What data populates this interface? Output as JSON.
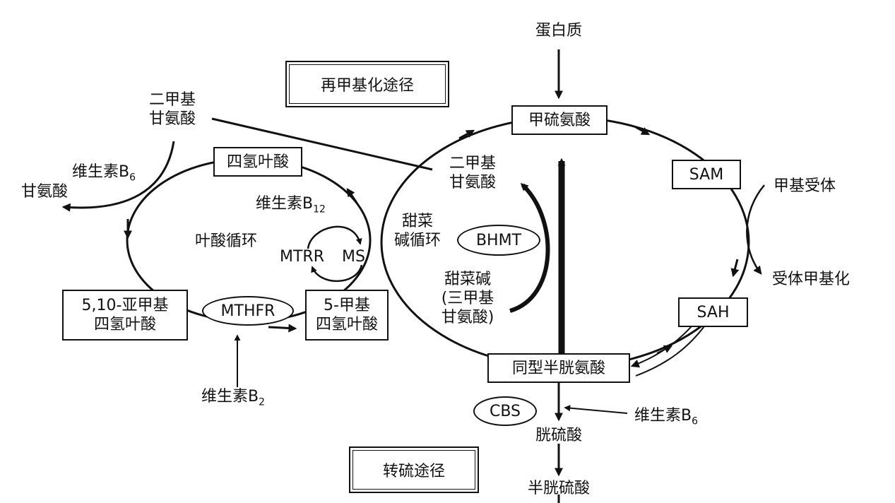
{
  "nodes": {
    "protein": "蛋白质",
    "methionine": "甲硫氨酸",
    "sam": "SAM",
    "sah": "SAH",
    "homocysteine": "同型半胱氨酸",
    "cystathionine": "胱硫酸",
    "cysteine": "半胱硫酸",
    "methyl_acceptor": "甲基受体",
    "acceptor_methylated": "受体甲基化",
    "dimethylglycine_left": [
      "二甲基",
      "甘氨酸"
    ],
    "dimethylglycine_right": [
      "二甲基",
      "甘氨酸"
    ],
    "glycine": "甘氨酸",
    "thf": "四氢叶酸",
    "mthf_510": [
      "5,10-亚甲基",
      "四氢叶酸"
    ],
    "mthf_5": [
      "5-甲基",
      "四氢叶酸"
    ],
    "betaine": [
      "甜菜碱",
      "(三甲基",
      "甘氨酸)"
    ]
  },
  "labels": {
    "remethylation": "再甲基化途径",
    "transsulfuration": "转硫途径",
    "folate_cycle": "叶酸循环",
    "betaine_cycle": [
      "甜菜",
      "碱循环"
    ]
  },
  "enzymes": {
    "bhmt": "BHMT",
    "mthfr": "MTHFR",
    "cbs": "CBS",
    "mtrr": "MTRR",
    "ms": "MS"
  },
  "vitamins": {
    "b6_top": {
      "base": "维生素B",
      "sub": "6"
    },
    "b12": {
      "base": "维生素B",
      "sub": "12"
    },
    "b2": {
      "base": "维生素B",
      "sub": "2"
    },
    "b6_bottom": {
      "base": "维生素B",
      "sub": "6"
    }
  }
}
